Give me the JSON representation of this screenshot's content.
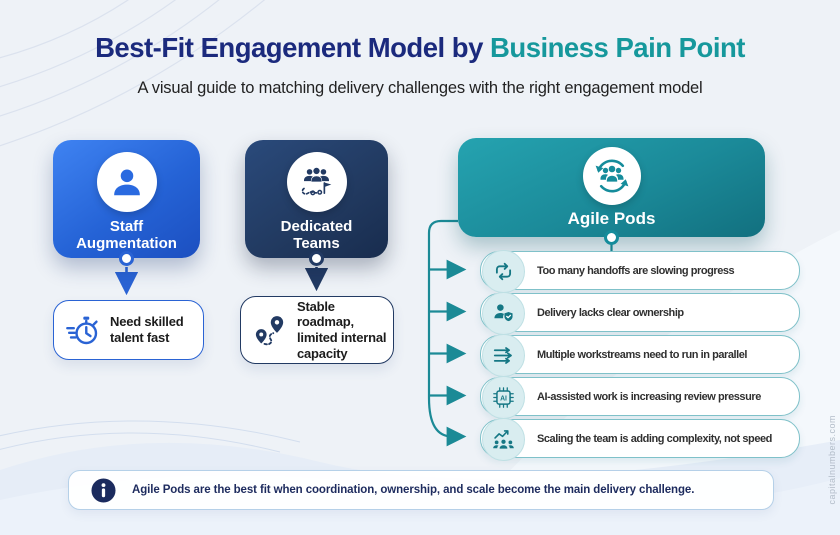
{
  "header": {
    "title_primary": "Best-Fit Engagement Model by",
    "title_accent": "Business Pain Point",
    "subtitle": "A visual guide to matching delivery challenges with the right engagement model"
  },
  "models": [
    {
      "label": "Staff Augmentation",
      "icon": "user-icon"
    },
    {
      "label": "Dedicated Teams",
      "icon": "team-route-flag-icon"
    },
    {
      "label": "Agile Pods",
      "icon": "team-cycle-icon"
    }
  ],
  "pain_points": {
    "staff_augmentation": {
      "text": "Need skilled talent fast",
      "icon": "stopwatch-icon"
    },
    "dedicated_teams": {
      "text": "Stable roadmap, limited internal capacity",
      "icon": "route-pins-icon"
    },
    "agile_pods": [
      {
        "text": "Too many handoffs are slowing progress",
        "icon": "repeat-icon"
      },
      {
        "text": "Delivery lacks clear ownership",
        "icon": "user-shield-check-icon"
      },
      {
        "text": "Multiple workstreams need to run in parallel",
        "icon": "parallel-arrows-icon"
      },
      {
        "text": "AI-assisted work is increasing review pressure",
        "icon": "ai-chip-icon"
      },
      {
        "text": "Scaling the team is adding complexity, not speed",
        "icon": "team-growth-icon"
      }
    ]
  },
  "icons": {
    "ai_chip_label": "AI"
  },
  "footer": {
    "note": "Agile Pods are the best fit when coordination, ownership, and scale become the main delivery challenge."
  },
  "watermark": "capitalnumbers.com",
  "colors": {
    "background": "#eef2f7",
    "title_navy": "#1b2a7d",
    "title_teal": "#16989c",
    "staff_blue": "#2a63d4",
    "dedicated_navy": "#223a63",
    "agile_teal": "#1b8a99",
    "row_border": "#7fc1c9",
    "footer_navy": "#1d2b5e"
  }
}
